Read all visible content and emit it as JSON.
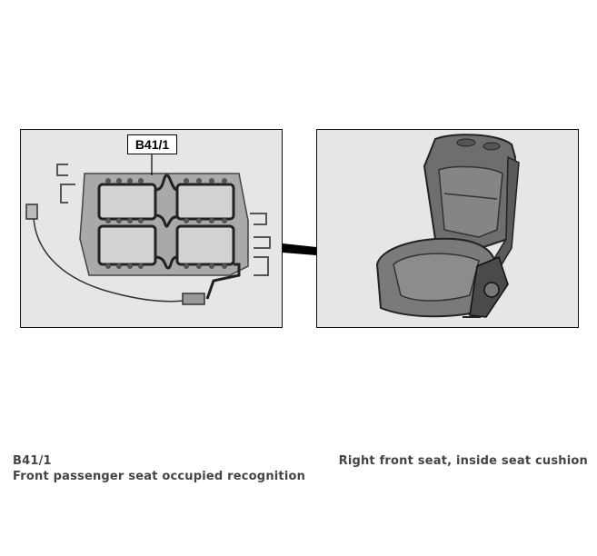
{
  "figure": {
    "callout_label": "B41/1"
  },
  "captions": {
    "component_code": "B41/1",
    "component_description": "Front passenger seat occupied recognition",
    "location": "Right front seat, inside seat cushion"
  },
  "colors": {
    "panel_bg": "#e6e6e6",
    "caption_text": "#444444",
    "border": "#111111"
  }
}
